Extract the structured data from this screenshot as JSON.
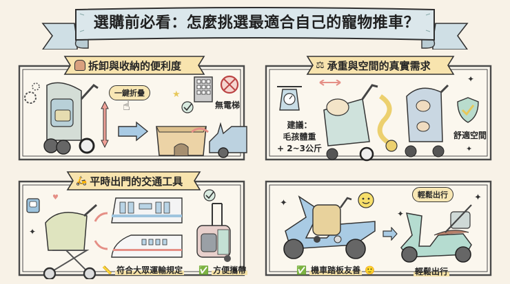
{
  "title": "選購前必看：怎麼挑選最適合自己的寵物推車？",
  "colors": {
    "background": "#f8f2e7",
    "ribbon": "#d9e6ea",
    "banner": "#f8e4ae",
    "frame": "#4a4a4a",
    "panel_fill": "#fbf7ee",
    "accent_blue": "#9ec4de",
    "accent_red": "#e58f86",
    "accent_green": "#7fb99a"
  },
  "panels": [
    {
      "id": "fold-storage",
      "heading": "拆卸與收納的便利度",
      "heading_icon": "backpack-icon",
      "labels": {
        "one_click_fold": "一鍵折疊",
        "no_elevator": "無電梯"
      },
      "icons": [
        "gear-icon",
        "stroller-icon",
        "height-arrow-icon",
        "hand-pointer-icon",
        "right-arrow-icon",
        "folded-basket-icon",
        "building-icon",
        "no-elevator-icon",
        "check-icon",
        "car-trunk-icon",
        "paw-icon",
        "star-icon"
      ]
    },
    {
      "id": "weight-space",
      "heading": "承重與空間的真實需求",
      "heading_icon": "scale-icon",
      "labels": {
        "suggestion_title": "建議：",
        "suggestion_line1": "毛孩體重",
        "suggestion_line2": "+ 2~3公斤",
        "comfort_space": "舒適空間"
      },
      "icons": [
        "kitchen-scale-icon",
        "dog-in-stroller-icon",
        "measuring-tape-icon",
        "cats-in-stroller-icon",
        "shield-check-icon",
        "sparkle-icon"
      ]
    },
    {
      "id": "transport",
      "heading": "平時出門的交通工具",
      "heading_icon": "scooter-icon",
      "labels": {
        "transit_rules": "符合大眾運輸規定",
        "easy_carry": "方便攜帶"
      },
      "icons": [
        "train-sign-icon",
        "stroller-icon",
        "metro-train-icon",
        "high-speed-train-icon",
        "ruler-icon",
        "rolling-pet-carrier-icon",
        "check-icon",
        "heart-icon",
        "paw-icon"
      ]
    },
    {
      "id": "scooter",
      "heading": "",
      "labels": {
        "scooter_friendly": "機車踏板友善",
        "easy_travel_bubble": "輕鬆出行",
        "easy_travel": "輕鬆出行"
      },
      "icons": [
        "blue-scooter-with-stroller-icon",
        "smiley-icon",
        "right-arrow-icon",
        "green-scooter-with-stroller-icon",
        "check-icon",
        "sparkle-icon"
      ]
    }
  ]
}
